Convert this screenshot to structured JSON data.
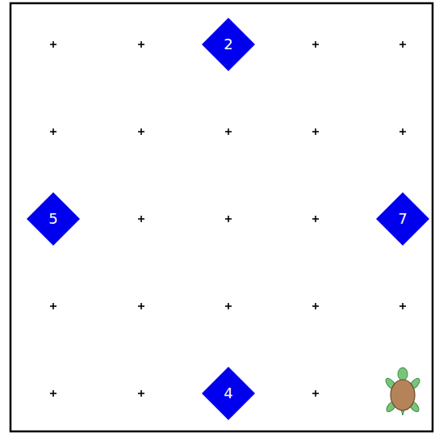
{
  "diagram": {
    "nodes": [
      {
        "text": [
          "2"
        ]
      },
      {
        "text": [
          "5"
        ]
      },
      {
        "text": [
          "7"
        ]
      },
      {
        "text": [
          "4"
        ]
      }
    ]
  }
}
